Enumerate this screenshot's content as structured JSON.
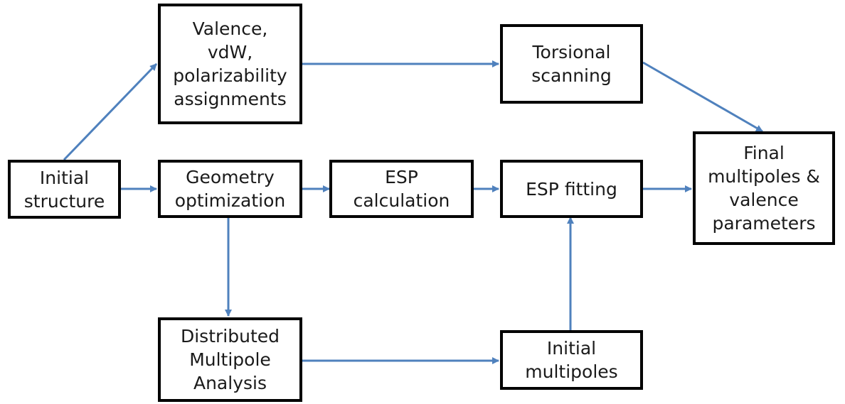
{
  "colors": {
    "arrow": "#4f81bd",
    "box_border": "#000000",
    "text": "#1a1a1a"
  },
  "boxes": {
    "initial_structure": [
      "Initial",
      "structure"
    ],
    "assignments": [
      "Valence,",
      "vdW,",
      "polarizability",
      "assignments"
    ],
    "geometry_optimization": [
      "Geometry",
      "optimization"
    ],
    "esp_calculation": [
      "ESP",
      "calculation"
    ],
    "torsional_scanning": [
      "Torsional",
      "scanning"
    ],
    "esp_fitting": [
      "ESP fitting"
    ],
    "distributed_multipole_analysis": [
      "Distributed",
      "Multipole",
      "Analysis"
    ],
    "initial_multipoles": [
      "Initial",
      "multipoles"
    ],
    "final_parameters": [
      "Final",
      "multipoles &",
      "valence",
      "parameters"
    ]
  }
}
